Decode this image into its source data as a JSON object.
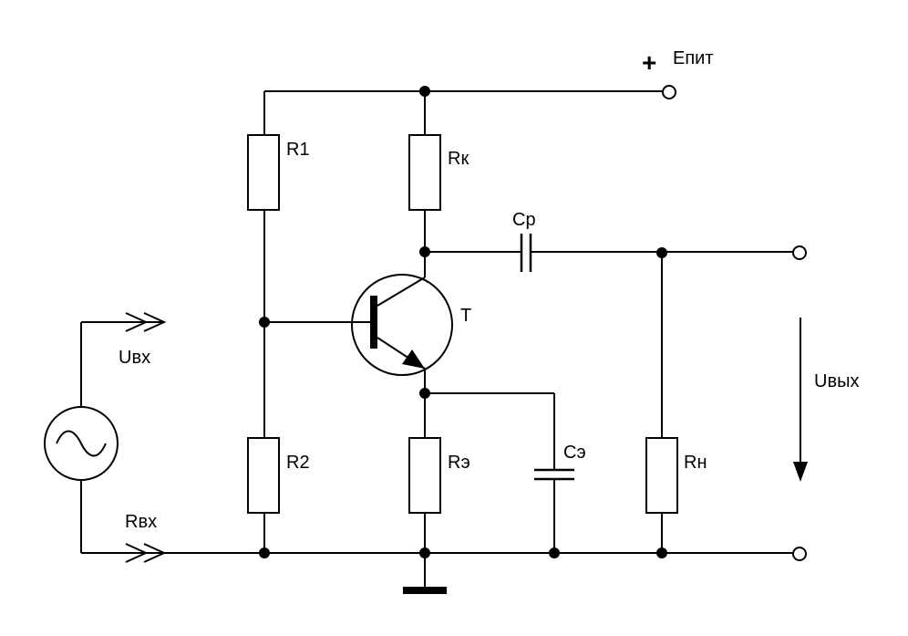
{
  "labels": {
    "supply_plus": "+",
    "supply": "Епит",
    "r1": "R1",
    "rk": "Rк",
    "cp": "Ср",
    "transistor": "Т",
    "uin": "Uвх",
    "uout": "Uвых",
    "r2": "R2",
    "re": "Rэ",
    "ce": "Сэ",
    "rn": "Rн",
    "rin": "Rвх"
  }
}
